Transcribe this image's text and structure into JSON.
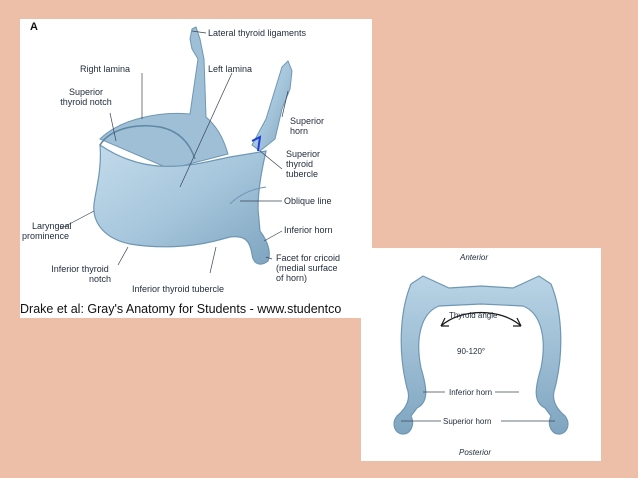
{
  "panel_a": {
    "letter": "A",
    "labels": {
      "lateral_thyroid_ligaments": "Lateral thyroid ligaments",
      "right_lamina": "Right lamina",
      "left_lamina": "Left lamina",
      "superior_thyroid_notch_1": "Superior",
      "superior_thyroid_notch_2": "thyroid notch",
      "superior_horn_1": "Superior",
      "superior_horn_2": "horn",
      "superior_thyroid_tubercle_1": "Superior",
      "superior_thyroid_tubercle_2": "thyroid",
      "superior_thyroid_tubercle_3": "tubercle",
      "oblique_line": "Oblique line",
      "laryngeal_prominence_1": "Laryngeal",
      "laryngeal_prominence_2": "prominence",
      "inferior_horn": "Inferior horn",
      "inferior_thyroid_notch_1": "Inferior thyroid",
      "inferior_thyroid_notch_2": "notch",
      "inferior_thyroid_tubercle": "Inferior thyroid tubercle",
      "facet_1": "Facet for cricoid",
      "facet_2": "(medial surface",
      "facet_3": "of horn)"
    },
    "caption": "Drake et al: Gray's Anatomy for Students - www.studentco"
  },
  "panel_b": {
    "labels": {
      "anterior": "Anterior",
      "thyroid_angle": "Thyroid angle",
      "angle_value": "90-120°",
      "inferior_horn": "Inferior horn",
      "superior_horn": "Superior horn",
      "posterior": "Posterior"
    }
  },
  "colors": {
    "background": "#EDBFA9",
    "cartilage": "#A9C9DE",
    "cartilage_dark": "#6F97B3",
    "accent_blue": "#1f3fd6"
  }
}
